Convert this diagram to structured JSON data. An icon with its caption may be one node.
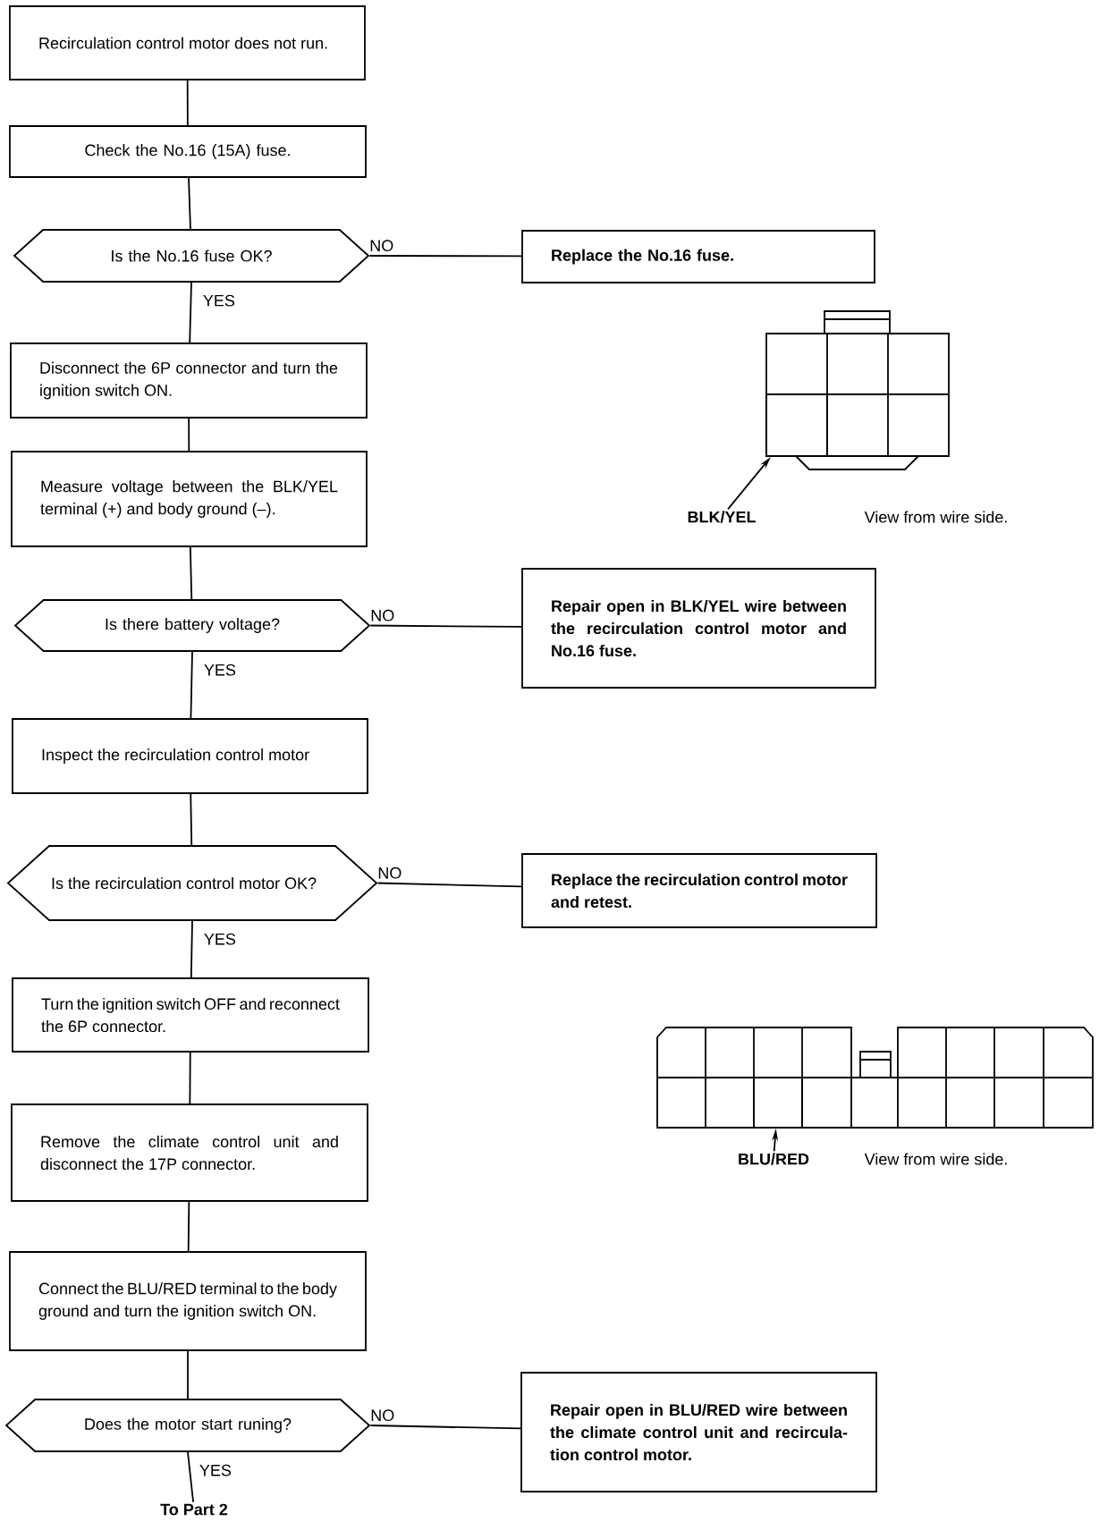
{
  "diagram": {
    "nodes": [
      {
        "text": [
          "Recirculation control motor does not run."
        ]
      },
      {
        "text": [
          "Check the No.16 (15A) fuse."
        ]
      },
      {
        "text": [
          "Is the No.16 fuse OK?"
        ]
      },
      {
        "text": [
          "Replace the No.16 fuse."
        ]
      },
      {
        "text": [
          "Disconnect the 6P connector and turn the ignition switch ON."
        ]
      },
      {
        "text": [
          "Measure voltage between the BLK/YEL terminal (+) and body ground (–)."
        ]
      },
      {
        "text": [
          "Is there battery voltage?"
        ]
      },
      {
        "text": [
          "Repair open in BLK/YEL wire between the recirculation control motor and No.16 fuse."
        ]
      },
      {
        "text": [
          "Inspect the recirculation control motor"
        ]
      },
      {
        "text": [
          "Is the recirculation control motor OK?"
        ]
      },
      {
        "text": [
          "Replace the recirculation control motor and retest."
        ]
      },
      {
        "text": [
          "Turn the ignition switch OFF and reconnect the 6P connector."
        ]
      },
      {
        "text": [
          "Remove the climate control unit and disconnect the 17P connector."
        ]
      },
      {
        "text": [
          "Connect the BLU/RED terminal to the body ground and turn the ignition switch ON."
        ]
      },
      {
        "text": [
          "Does the motor start runing?"
        ]
      },
      {
        "text": [
          "Repair open in BLU/RED wire between the climate control unit and recircula-tion control motor."
        ]
      },
      {
        "text": [
          "To Part 2"
        ]
      },
      {
        "text": [
          "BLK/YEL"
        ]
      },
      {
        "text": [],
        "shape": "box"
      },
      {
        "text": [
          "BLU/RED"
        ]
      },
      {
        "text": [],
        "shape": "box"
      }
    ],
    "edges": [
      {
        "from": 0,
        "to": 1,
        "arrow": "none"
      },
      {
        "from": 1,
        "to": 2,
        "arrow": "none"
      },
      {
        "from": 2,
        "to": 3,
        "arrow": "none",
        "label": "NO"
      },
      {
        "from": 2,
        "to": 4,
        "arrow": "none",
        "label": "YES"
      },
      {
        "from": 4,
        "to": 5,
        "arrow": "none"
      },
      {
        "from": 5,
        "to": 6,
        "arrow": "none"
      },
      {
        "from": 6,
        "to": 7,
        "arrow": "none",
        "label": "NO"
      },
      {
        "from": 6,
        "to": 8,
        "arrow": "none",
        "label": "YES"
      },
      {
        "from": 8,
        "to": 9,
        "arrow": "none"
      },
      {
        "from": 9,
        "to": 10,
        "arrow": "none",
        "label": "NO"
      },
      {
        "from": 9,
        "to": 11,
        "arrow": "none",
        "label": "YES"
      },
      {
        "from": 11,
        "to": 12,
        "arrow": "none"
      },
      {
        "from": 12,
        "to": 13,
        "arrow": "none"
      },
      {
        "from": 13,
        "to": 14,
        "arrow": "none"
      },
      {
        "from": 14,
        "to": 15,
        "arrow": "none",
        "label": "NO"
      },
      {
        "from": 14,
        "to": 16,
        "arrow": "none",
        "label": "YES"
      },
      {
        "from": 17,
        "to": 18,
        "arrow": "to"
      },
      {
        "from": 19,
        "to": 20,
        "arrow": "to"
      }
    ],
    "labels": [
      "View from wire side.",
      "View from wire side."
    ]
  }
}
